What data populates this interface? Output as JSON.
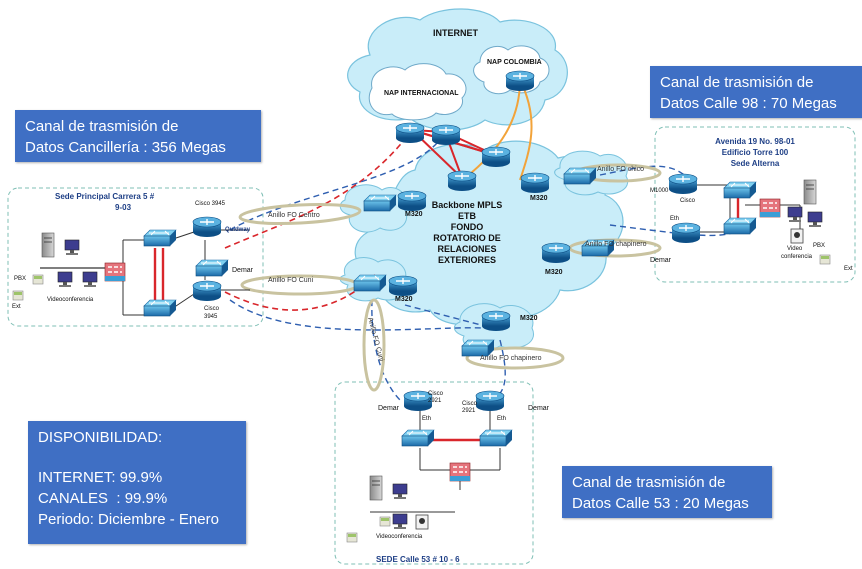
{
  "callouts": {
    "cancilleria": [
      "Canal de trasmisión de",
      "Datos Cancillería : 356 Megas"
    ],
    "calle98": [
      "Canal de trasmisión de",
      "Datos Calle 98 : 70 Megas"
    ],
    "calle53": [
      "Canal de trasmisión de",
      "Datos Calle 53 : 20 Megas"
    ],
    "disponibilidad": {
      "title": "DISPONIBILIDAD:",
      "internet": "INTERNET: 99.9%",
      "canales": "CANALES  : 99.9%",
      "periodo": "Periodo: Diciembre - Enero"
    }
  },
  "clouds": {
    "internet": "INTERNET",
    "nap_internacional": "NAP INTERNACIONAL",
    "nap_colombia": "NAP COLOMBIA",
    "backbone": [
      "Backbone MPLS",
      "ETB",
      "FONDO",
      "ROTATORIO DE",
      "RELACIONES",
      "EXTERIORES"
    ]
  },
  "sites": {
    "principal": {
      "title": [
        "Sede Principal Carrera 5 #",
        "9-03"
      ],
      "cisco_top": "Cisco 3945",
      "cisco_bottom": [
        "Cisco",
        "3945"
      ],
      "quidway": "Quidway",
      "demar": "Demar",
      "pbx": "PBX",
      "ext": "Ext",
      "video": "Videoconferencia"
    },
    "alterna": {
      "title": [
        "Avenida 19 No. 98-01",
        "Edificio Torre 100",
        "Sede Alterna"
      ],
      "m1000": "M1000",
      "cisco": "Cisco",
      "eth": "Eth",
      "demar": "Demar",
      "pbx": "PBX",
      "ext": "Ext",
      "video": [
        "Video",
        "conferencia"
      ]
    },
    "calle53": {
      "title": "SEDE Calle 53 # 10 - 6",
      "cisco_left": [
        "Cisco",
        "2921"
      ],
      "cisco_right": [
        "Cisco",
        "2921"
      ],
      "eth": "Eth",
      "demar": "Demar",
      "video": "Videoconferencia"
    }
  },
  "rings": {
    "centro": "Anillo FO Centro",
    "cuni": "Anillo FO Cuni",
    "chico": "Anillo FO chico",
    "chapinero1": "Anillo FO chapinero",
    "cuni_v": "Anillo FO Cuni",
    "chapinero2": "Anillo FO chapinero"
  },
  "routers": {
    "m320": "M320"
  },
  "colors": {
    "callout_bg": "#3f6fc4",
    "cloud_fill": "#c9edf9",
    "cloud_stroke": "#7ac3de",
    "link_red": "#d9262b",
    "link_orange": "#f2a33a",
    "link_blue": "#2f5fb0",
    "site_border": "#7fbfb5"
  }
}
